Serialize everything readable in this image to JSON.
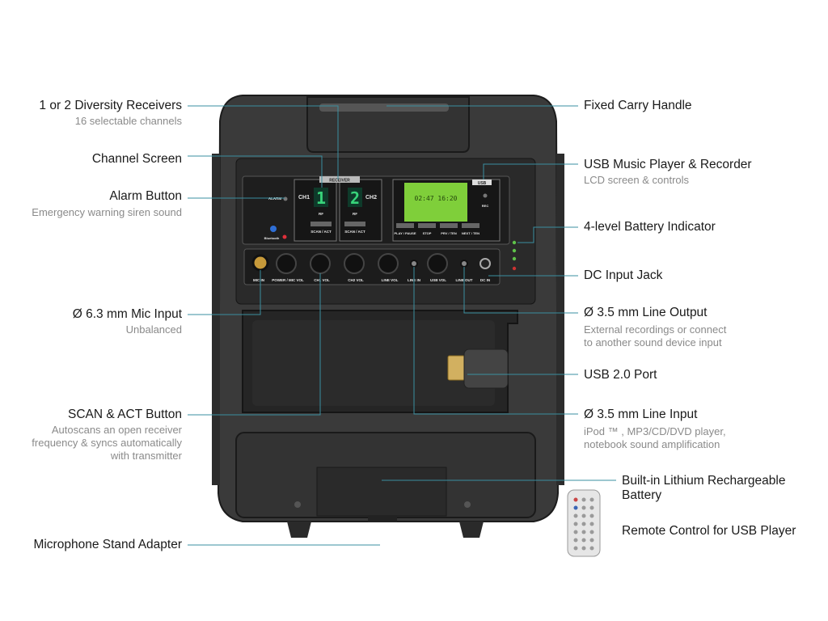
{
  "callouts_left": [
    {
      "title": "1 or 2 Diversity Receivers",
      "sub": "16 selectable channels"
    },
    {
      "title": "Channel Screen",
      "sub": ""
    },
    {
      "title": "Alarm Button",
      "sub": "Emergency warning siren sound"
    },
    {
      "title": "Ø 6.3 mm Mic Input",
      "sub": "Unbalanced"
    },
    {
      "title": "SCAN & ACT Button",
      "sub": "Autoscans an open receiver\nfrequency & syncs automatically\nwith transmitter"
    },
    {
      "title": "Microphone Stand Adapter",
      "sub": ""
    }
  ],
  "callouts_right": [
    {
      "title": "Fixed Carry Handle",
      "sub": ""
    },
    {
      "title": "USB Music Player & Recorder",
      "sub": "LCD screen & controls"
    },
    {
      "title": "4-level Battery Indicator",
      "sub": ""
    },
    {
      "title": "DC Input Jack",
      "sub": ""
    },
    {
      "title": "Ø 3.5 mm Line Output",
      "sub": "External recordings or connect\nto another sound device input"
    },
    {
      "title": "USB 2.0 Port",
      "sub": ""
    },
    {
      "title": "Ø 3.5 mm Line Input",
      "sub": "iPod ™ , MP3/CD/DVD player,\nnotebook sound amplification"
    },
    {
      "title": "Built-in Lithium Rechargeable\nBattery",
      "sub": ""
    },
    {
      "title": "Remote Control for USB Player",
      "sub": ""
    }
  ],
  "panel": {
    "receiver_tag": "RECEIVER",
    "ch1": "CH1",
    "ch2": "CH2",
    "ch1_digit": "1",
    "ch2_digit": "2",
    "rf": "RF",
    "scan_act": "SCAN / ACT",
    "alarm": "ALARM",
    "bluetooth": "Bluetooth",
    "usb_tag": "USB",
    "lcd_line1": "02:47  16:20",
    "rec": "REC",
    "buttons": [
      "PLAY / PAUSE",
      "STOP",
      "PRV / TEN",
      "NEXT / TEN"
    ],
    "jacks": [
      "MIC IN",
      "POWER / MIC VOL",
      "CH1 VOL",
      "CH2 VOL",
      "LINE VOL",
      "LINE IN",
      "USB VOL",
      "LINE OUT",
      "DC IN"
    ]
  },
  "colors": {
    "leader": "#3a8fa0",
    "body": "#2f2f2f",
    "lcd": "#7fcf3a",
    "digit": "#38d47a"
  }
}
